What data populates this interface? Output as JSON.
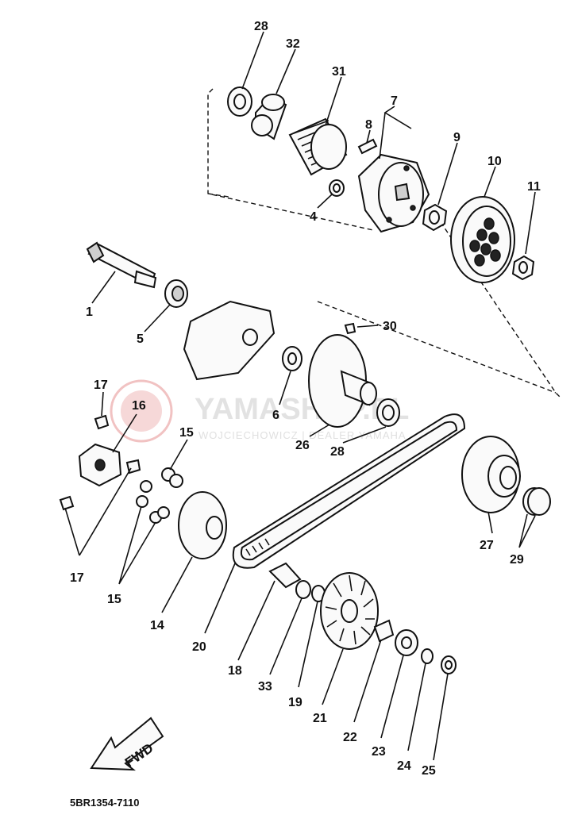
{
  "diagram": {
    "code": "5BR1354-7110",
    "fwd_label": "FWD",
    "watermark": {
      "brand": "YAMASHOP.PL",
      "sub": "WOJCIECHOWICZ | DEALER YAMAHA"
    },
    "labels": [
      "1",
      "4",
      "5",
      "6",
      "7",
      "8",
      "9",
      "10",
      "11",
      "14",
      "15",
      "15",
      "16",
      "17",
      "17",
      "18",
      "19",
      "20",
      "21",
      "22",
      "23",
      "24",
      "25",
      "26",
      "27",
      "28",
      "28",
      "29",
      "30",
      "31",
      "32",
      "33"
    ]
  }
}
